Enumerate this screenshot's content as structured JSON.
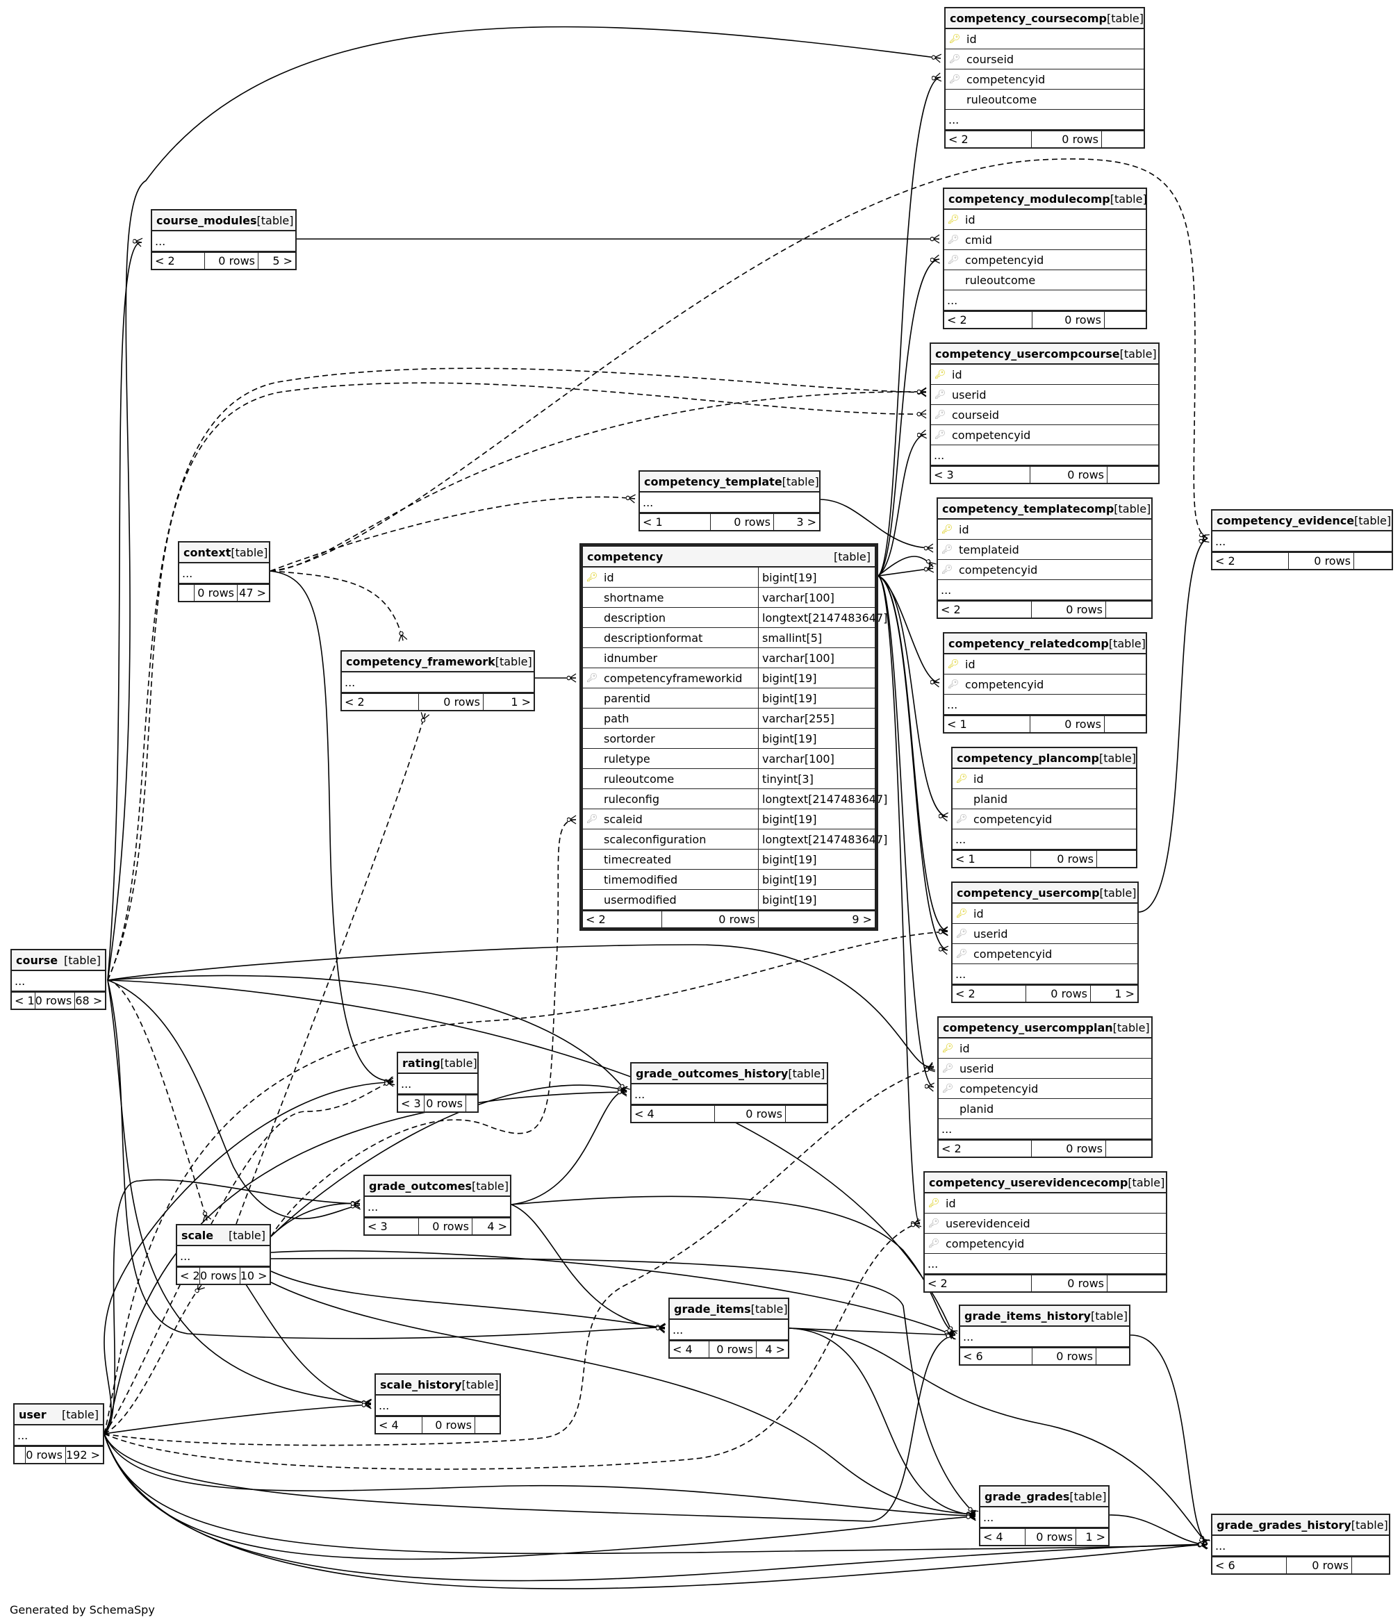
{
  "footer": {
    "generated_by": "Generated by SchemaSpy"
  },
  "tables": [
    {
      "id": "competency_coursecomp",
      "name": "competency_coursecomp",
      "kind": "[table]",
      "columns": [
        {
          "key": "pk",
          "name": "id"
        },
        {
          "key": "fk",
          "name": "courseid"
        },
        {
          "key": "fk",
          "name": "competencyid"
        },
        {
          "key": "",
          "name": "ruleoutcome"
        }
      ],
      "ellipsis": "...",
      "parents": "< 2",
      "rows": "0 rows",
      "children": ""
    },
    {
      "id": "competency_modulecomp",
      "name": "competency_modulecomp",
      "kind": "[table]",
      "columns": [
        {
          "key": "pk",
          "name": "id"
        },
        {
          "key": "fk",
          "name": "cmid"
        },
        {
          "key": "fk",
          "name": "competencyid"
        },
        {
          "key": "",
          "name": "ruleoutcome"
        }
      ],
      "ellipsis": "...",
      "parents": "< 2",
      "rows": "0 rows",
      "children": ""
    },
    {
      "id": "competency_usercompcourse",
      "name": "competency_usercompcourse",
      "kind": "[table]",
      "columns": [
        {
          "key": "pk",
          "name": "id"
        },
        {
          "key": "fk",
          "name": "userid"
        },
        {
          "key": "fk",
          "name": "courseid"
        },
        {
          "key": "fk",
          "name": "competencyid"
        }
      ],
      "ellipsis": "...",
      "parents": "< 3",
      "rows": "0 rows",
      "children": ""
    },
    {
      "id": "competency_templatecomp",
      "name": "competency_templatecomp",
      "kind": "[table]",
      "columns": [
        {
          "key": "pk",
          "name": "id"
        },
        {
          "key": "fk",
          "name": "templateid"
        },
        {
          "key": "fk",
          "name": "competencyid"
        }
      ],
      "ellipsis": "...",
      "parents": "< 2",
      "rows": "0 rows",
      "children": ""
    },
    {
      "id": "competency_relatedcomp",
      "name": "competency_relatedcomp",
      "kind": "[table]",
      "columns": [
        {
          "key": "pk",
          "name": "id"
        },
        {
          "key": "fk",
          "name": "competencyid"
        }
      ],
      "ellipsis": "...",
      "parents": "< 1",
      "rows": "0 rows",
      "children": ""
    },
    {
      "id": "competency_plancomp",
      "name": "competency_plancomp",
      "kind": "[table]",
      "columns": [
        {
          "key": "pk",
          "name": "id"
        },
        {
          "key": "",
          "name": "planid"
        },
        {
          "key": "fk",
          "name": "competencyid"
        }
      ],
      "ellipsis": "...",
      "parents": "< 1",
      "rows": "0 rows",
      "children": ""
    },
    {
      "id": "competency_usercomp",
      "name": "competency_usercomp",
      "kind": "[table]",
      "columns": [
        {
          "key": "pk",
          "name": "id"
        },
        {
          "key": "fk",
          "name": "userid"
        },
        {
          "key": "fk",
          "name": "competencyid"
        }
      ],
      "ellipsis": "...",
      "parents": "< 2",
      "rows": "0 rows",
      "children": "1 >"
    },
    {
      "id": "competency_usercompplan",
      "name": "competency_usercompplan",
      "kind": "[table]",
      "columns": [
        {
          "key": "pk",
          "name": "id"
        },
        {
          "key": "fk",
          "name": "userid"
        },
        {
          "key": "fk",
          "name": "competencyid"
        },
        {
          "key": "",
          "name": "planid"
        }
      ],
      "ellipsis": "...",
      "parents": "< 2",
      "rows": "0 rows",
      "children": ""
    },
    {
      "id": "competency_userevidencecomp",
      "name": "competency_userevidencecomp",
      "kind": "[table]",
      "columns": [
        {
          "key": "pk",
          "name": "id"
        },
        {
          "key": "fk",
          "name": "userevidenceid"
        },
        {
          "key": "fk",
          "name": "competencyid"
        }
      ],
      "ellipsis": "...",
      "parents": "< 2",
      "rows": "0 rows",
      "children": ""
    },
    {
      "id": "competency_evidence",
      "name": "competency_evidence",
      "kind": "[table]",
      "columns": [],
      "ellipsis": "...",
      "parents": "< 2",
      "rows": "0 rows",
      "children": ""
    },
    {
      "id": "competency_template",
      "name": "competency_template",
      "kind": "[table]",
      "columns": [],
      "ellipsis": "...",
      "parents": "< 1",
      "rows": "0 rows",
      "children": "3 >"
    },
    {
      "id": "course_modules",
      "name": "course_modules",
      "kind": "[table]",
      "columns": [],
      "ellipsis": "...",
      "parents": "< 2",
      "rows": "0 rows",
      "children": "5 >"
    },
    {
      "id": "context",
      "name": "context",
      "kind": "[table]",
      "columns": [],
      "ellipsis": "...",
      "parents": "",
      "rows": "0 rows",
      "children": "47 >"
    },
    {
      "id": "competency_framework",
      "name": "competency_framework",
      "kind": "[table]",
      "columns": [],
      "ellipsis": "...",
      "parents": "< 2",
      "rows": "0 rows",
      "children": "1 >"
    },
    {
      "id": "competency",
      "name": "competency",
      "kind": "[table]",
      "columns": [
        {
          "key": "pk",
          "name": "id",
          "type": "bigint[19]"
        },
        {
          "key": "",
          "name": "shortname",
          "type": "varchar[100]"
        },
        {
          "key": "",
          "name": "description",
          "type": "longtext[2147483647]"
        },
        {
          "key": "",
          "name": "descriptionformat",
          "type": "smallint[5]"
        },
        {
          "key": "",
          "name": "idnumber",
          "type": "varchar[100]"
        },
        {
          "key": "fk",
          "name": "competencyframeworkid",
          "type": "bigint[19]"
        },
        {
          "key": "",
          "name": "parentid",
          "type": "bigint[19]"
        },
        {
          "key": "",
          "name": "path",
          "type": "varchar[255]"
        },
        {
          "key": "",
          "name": "sortorder",
          "type": "bigint[19]"
        },
        {
          "key": "",
          "name": "ruletype",
          "type": "varchar[100]"
        },
        {
          "key": "",
          "name": "ruleoutcome",
          "type": "tinyint[3]"
        },
        {
          "key": "",
          "name": "ruleconfig",
          "type": "longtext[2147483647]"
        },
        {
          "key": "fk",
          "name": "scaleid",
          "type": "bigint[19]"
        },
        {
          "key": "",
          "name": "scaleconfiguration",
          "type": "longtext[2147483647]"
        },
        {
          "key": "",
          "name": "timecreated",
          "type": "bigint[19]"
        },
        {
          "key": "",
          "name": "timemodified",
          "type": "bigint[19]"
        },
        {
          "key": "",
          "name": "usermodified",
          "type": "bigint[19]"
        }
      ],
      "ellipsis": "",
      "parents": "< 2",
      "rows": "0 rows",
      "children": "9 >"
    },
    {
      "id": "course",
      "name": "course",
      "kind": "[table]",
      "columns": [],
      "ellipsis": "...",
      "parents": "< 1",
      "rows": "0 rows",
      "children": "68 >"
    },
    {
      "id": "rating",
      "name": "rating",
      "kind": "[table]",
      "columns": [],
      "ellipsis": "...",
      "parents": "< 3",
      "rows": "0 rows",
      "children": ""
    },
    {
      "id": "grade_outcomes_history",
      "name": "grade_outcomes_history",
      "kind": "[table]",
      "columns": [],
      "ellipsis": "...",
      "parents": "< 4",
      "rows": "0 rows",
      "children": ""
    },
    {
      "id": "grade_outcomes",
      "name": "grade_outcomes",
      "kind": "[table]",
      "columns": [],
      "ellipsis": "...",
      "parents": "< 3",
      "rows": "0 rows",
      "children": "4 >"
    },
    {
      "id": "scale",
      "name": "scale",
      "kind": "[table]",
      "columns": [],
      "ellipsis": "...",
      "parents": "< 2",
      "rows": "0 rows",
      "children": "10 >"
    },
    {
      "id": "grade_items",
      "name": "grade_items",
      "kind": "[table]",
      "columns": [],
      "ellipsis": "...",
      "parents": "< 4",
      "rows": "0 rows",
      "children": "4 >"
    },
    {
      "id": "grade_items_history",
      "name": "grade_items_history",
      "kind": "[table]",
      "columns": [],
      "ellipsis": "...",
      "parents": "< 6",
      "rows": "0 rows",
      "children": ""
    },
    {
      "id": "scale_history",
      "name": "scale_history",
      "kind": "[table]",
      "columns": [],
      "ellipsis": "...",
      "parents": "< 4",
      "rows": "0 rows",
      "children": ""
    },
    {
      "id": "user",
      "name": "user",
      "kind": "[table]",
      "columns": [],
      "ellipsis": "...",
      "parents": "",
      "rows": "0 rows",
      "children": "192 >"
    },
    {
      "id": "grade_grades",
      "name": "grade_grades",
      "kind": "[table]",
      "columns": [],
      "ellipsis": "...",
      "parents": "< 4",
      "rows": "0 rows",
      "children": "1 >"
    },
    {
      "id": "grade_grades_history",
      "name": "grade_grades_history",
      "kind": "[table]",
      "columns": [],
      "ellipsis": "...",
      "parents": "< 6",
      "rows": "0 rows",
      "children": ""
    }
  ]
}
